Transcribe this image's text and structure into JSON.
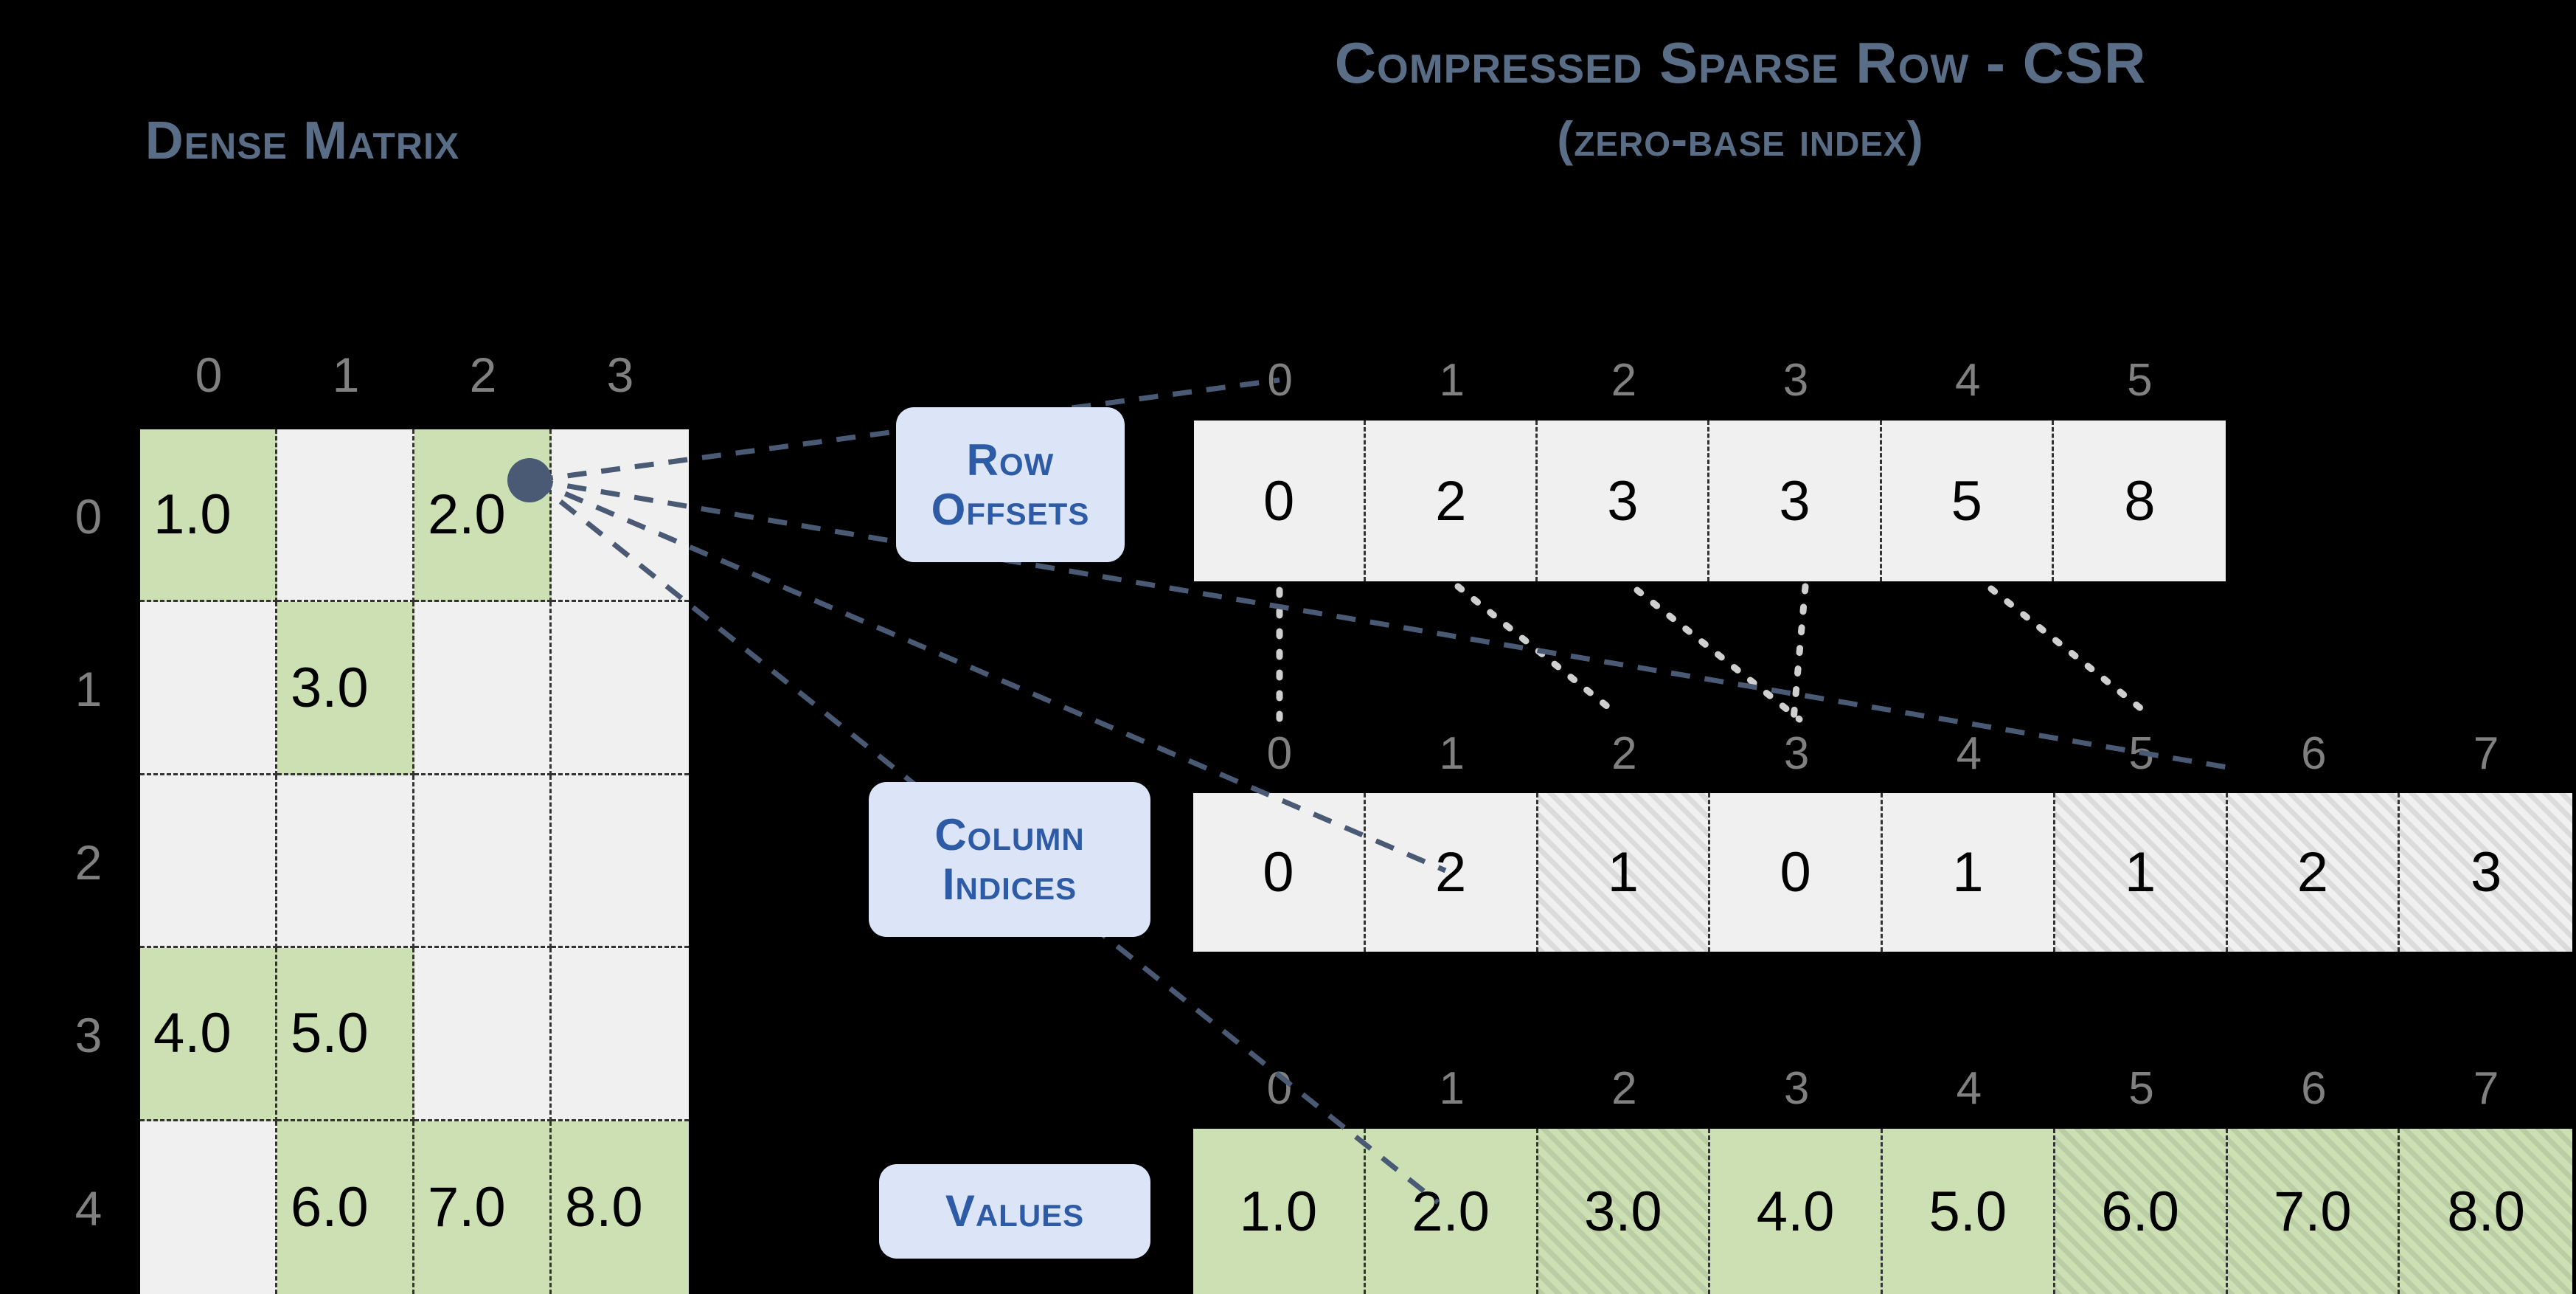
{
  "titles": {
    "dense": "Dense Matrix",
    "csr_main": "Compressed Sparse Row - CSR",
    "csr_sub": "(zero-base index)"
  },
  "labels": {
    "row_offsets_line1": "Row",
    "row_offsets_line2": "Offsets",
    "column_indices_line1": "Column",
    "column_indices_line2": "Indices",
    "values": "Values"
  },
  "colors": {
    "background": "#000000",
    "title": "#5a6d87",
    "pill_bg": "#dce5f7",
    "pill_text": "#2e5ba6",
    "cell_empty": "#f0f0f0",
    "cell_value": "#cce0b4",
    "index_text": "#808080",
    "connector": "#4a5a74",
    "dot": "#4a5a74"
  },
  "dense_matrix": {
    "col_headers": [
      "0",
      "1",
      "2",
      "3"
    ],
    "row_headers": [
      "0",
      "1",
      "2",
      "3",
      "4"
    ],
    "rows": [
      [
        {
          "v": "1.0",
          "filled": true
        },
        {
          "v": "",
          "filled": false
        },
        {
          "v": "2.0",
          "filled": true
        },
        {
          "v": "",
          "filled": false
        }
      ],
      [
        {
          "v": "",
          "filled": false
        },
        {
          "v": "3.0",
          "filled": true
        },
        {
          "v": "",
          "filled": false
        },
        {
          "v": "",
          "filled": false
        }
      ],
      [
        {
          "v": "",
          "filled": false
        },
        {
          "v": "",
          "filled": false
        },
        {
          "v": "",
          "filled": false
        },
        {
          "v": "",
          "filled": false
        }
      ],
      [
        {
          "v": "4.0",
          "filled": true
        },
        {
          "v": "5.0",
          "filled": true
        },
        {
          "v": "",
          "filled": false
        },
        {
          "v": "",
          "filled": false
        }
      ],
      [
        {
          "v": "",
          "filled": false
        },
        {
          "v": "6.0",
          "filled": true
        },
        {
          "v": "7.0",
          "filled": true
        },
        {
          "v": "8.0",
          "filled": true
        }
      ]
    ],
    "highlight_cell": {
      "row": 0,
      "col": 2
    }
  },
  "row_offsets": {
    "indices": [
      "0",
      "1",
      "2",
      "3",
      "4",
      "5"
    ],
    "values": [
      "0",
      "2",
      "3",
      "3",
      "5",
      "8"
    ],
    "hatched": [
      false,
      false,
      false,
      false,
      false,
      false
    ]
  },
  "column_indices": {
    "indices": [
      "0",
      "1",
      "2",
      "3",
      "4",
      "5",
      "6",
      "7"
    ],
    "values": [
      "0",
      "2",
      "1",
      "0",
      "1",
      "1",
      "2",
      "3"
    ],
    "hatched": [
      false,
      false,
      true,
      false,
      false,
      true,
      true,
      true
    ]
  },
  "values_array": {
    "indices": [
      "0",
      "1",
      "2",
      "3",
      "4",
      "5",
      "6",
      "7"
    ],
    "values": [
      "1.0",
      "2.0",
      "3.0",
      "4.0",
      "5.0",
      "6.0",
      "7.0",
      "8.0"
    ],
    "hatched": [
      false,
      false,
      true,
      false,
      false,
      true,
      true,
      true
    ]
  },
  "chart_data": {
    "type": "diagram",
    "title": "Compressed Sparse Row - CSR (zero-base index)",
    "dense_matrix_shape": [
      5,
      4
    ],
    "nonzeros": [
      {
        "row": 0,
        "col": 0,
        "value": 1.0
      },
      {
        "row": 0,
        "col": 2,
        "value": 2.0
      },
      {
        "row": 1,
        "col": 1,
        "value": 3.0
      },
      {
        "row": 3,
        "col": 0,
        "value": 4.0
      },
      {
        "row": 3,
        "col": 1,
        "value": 5.0
      },
      {
        "row": 4,
        "col": 1,
        "value": 6.0
      },
      {
        "row": 4,
        "col": 2,
        "value": 7.0
      },
      {
        "row": 4,
        "col": 3,
        "value": 8.0
      }
    ],
    "row_offsets": [
      0,
      2,
      3,
      3,
      5,
      8
    ],
    "column_indices": [
      0,
      2,
      1,
      0,
      1,
      1,
      2,
      3
    ],
    "values": [
      1.0,
      2.0,
      3.0,
      4.0,
      5.0,
      6.0,
      7.0,
      8.0
    ]
  }
}
